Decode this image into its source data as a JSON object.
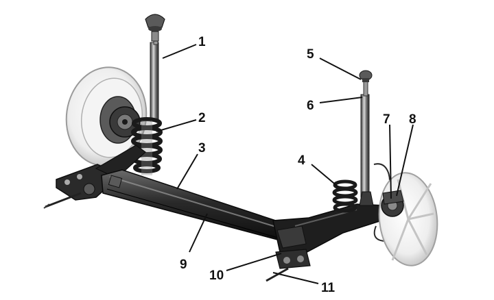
{
  "diagram": {
    "colors": {
      "background": "#ffffff",
      "metal_dark": "#1c1c1c",
      "metal_mid": "#4a4a4a",
      "metal_light": "#8a8a8a",
      "wheel_rim": "#e6e6e6",
      "callout": "#111111"
    },
    "callouts": [
      {
        "id": "c1",
        "label": "1"
      },
      {
        "id": "c2",
        "label": "2"
      },
      {
        "id": "c3",
        "label": "3"
      },
      {
        "id": "c4",
        "label": "4"
      },
      {
        "id": "c5",
        "label": "5"
      },
      {
        "id": "c6",
        "label": "6"
      },
      {
        "id": "c7",
        "label": "7"
      },
      {
        "id": "c8",
        "label": "8"
      },
      {
        "id": "c9",
        "label": "9"
      },
      {
        "id": "c10",
        "label": "10"
      },
      {
        "id": "c11",
        "label": "11"
      }
    ]
  }
}
